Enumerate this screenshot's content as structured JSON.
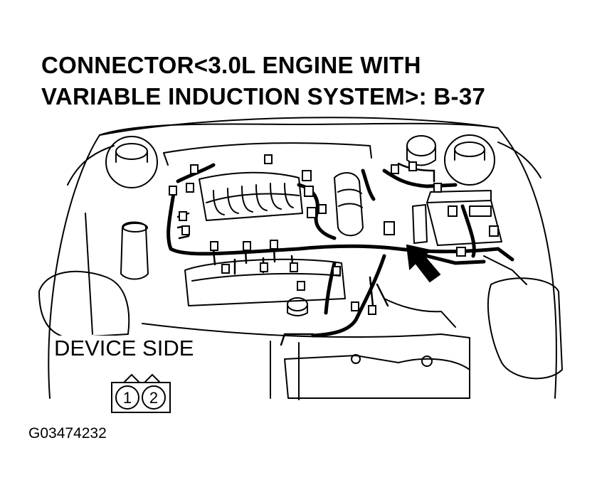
{
  "title": {
    "line1": "CONNECTOR<3.0L ENGINE WITH",
    "line2": "VARIABLE INDUCTION SYSTEM>: B-37"
  },
  "device_side": {
    "label": "DEVICE SIDE",
    "pins": [
      "1",
      "2"
    ]
  },
  "figure_code": "G03474232"
}
